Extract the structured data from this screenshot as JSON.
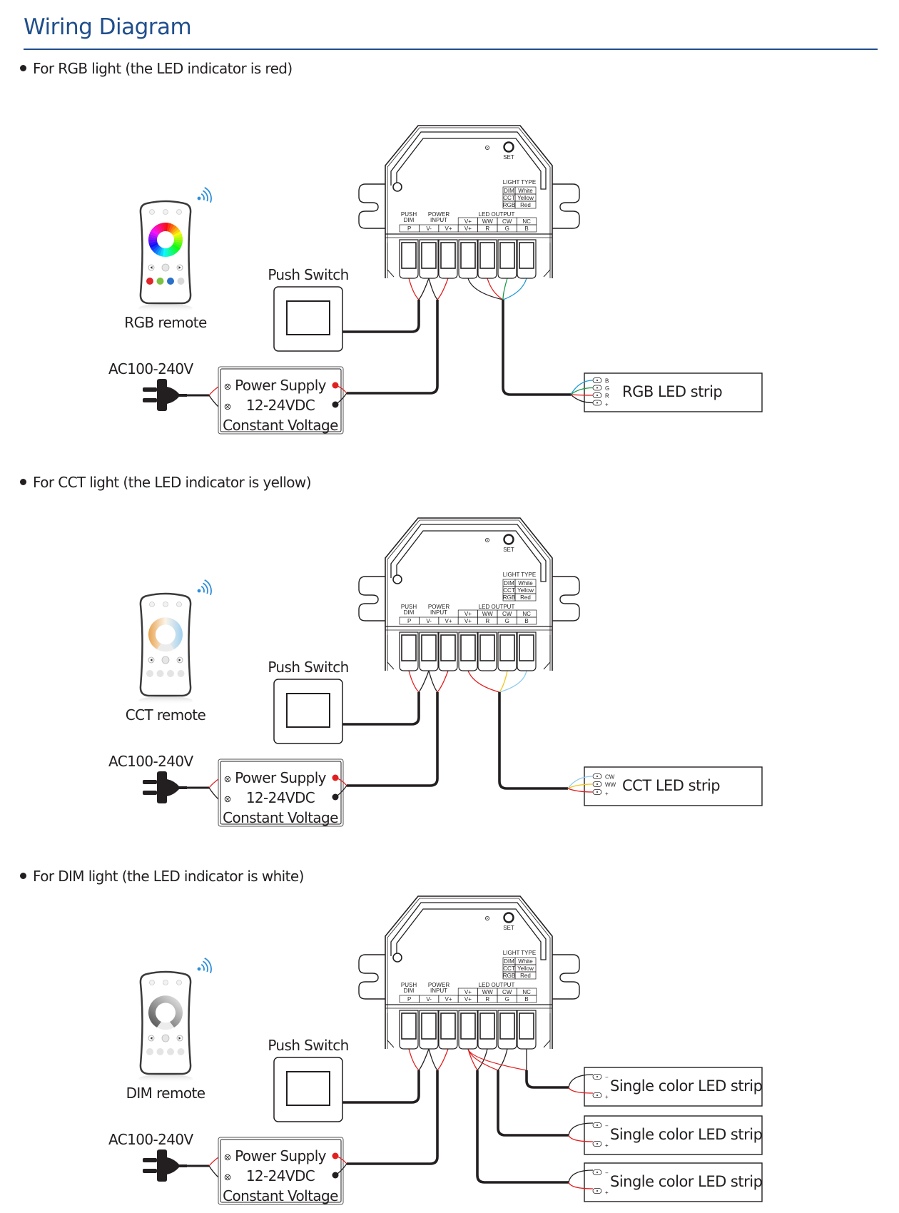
{
  "title": "Wiring Diagram",
  "colors": {
    "title": "#1f4e8c",
    "wire_red": "#e0201f",
    "wire_green": "#1a9b48",
    "wire_blue": "#1b9ad6",
    "wire_yellow": "#f5c518",
    "wire_lightblue": "#8ecbee",
    "wire_black": "#231f20",
    "signal_blue": "#2f8fd8"
  },
  "controller": {
    "set_label": "SET",
    "light_type_title": "LIGHT TYPE",
    "light_types": [
      {
        "mode": "DIM",
        "color": "White"
      },
      {
        "mode": "CCT",
        "color": "Yellow"
      },
      {
        "mode": "RGB",
        "color": "Red"
      }
    ],
    "group_labels": {
      "push_dim": [
        "PUSH",
        "DIM"
      ],
      "power_input": [
        "POWER",
        "INPUT"
      ],
      "led_output": "LED OUTPUT"
    },
    "terminal_top_row": [
      "",
      "",
      "",
      "V+",
      "WW",
      "CW",
      "NC"
    ],
    "terminal_bottom_row": [
      "P",
      "V-",
      "V+",
      "V+",
      "R",
      "G",
      "B"
    ]
  },
  "common": {
    "push_switch_label": "Push Switch",
    "ac_label": "AC100-240V",
    "power_supply_lines": [
      "Power Supply",
      "12-24VDC",
      "Constant Voltage"
    ]
  },
  "sections": [
    {
      "id": "rgb",
      "heading": "For RGB light (the LED indicator is red)",
      "remote_label": "RGB remote",
      "remote_type": "rgb-color-wheel",
      "strips": [
        {
          "label": "RGB LED strip",
          "pins": [
            "B",
            "G",
            "R",
            "+"
          ]
        }
      ]
    },
    {
      "id": "cct",
      "heading": "For CCT light (the LED indicator is yellow)",
      "remote_label": "CCT remote",
      "remote_type": "cct-warm-cool-wheel",
      "strips": [
        {
          "label": "CCT LED strip",
          "pins": [
            "CW",
            "WW",
            "+"
          ]
        }
      ]
    },
    {
      "id": "dim",
      "heading": "For DIM light (the LED indicator is white)",
      "remote_label": "DIM remote",
      "remote_type": "dim-brightness-wheel",
      "strips": [
        {
          "label": "Single color LED strip",
          "pins": [
            "−",
            "+"
          ]
        },
        {
          "label": "Single color LED strip",
          "pins": [
            "−",
            "+"
          ]
        },
        {
          "label": "Single color LED strip",
          "pins": [
            "−",
            "+"
          ]
        }
      ]
    }
  ]
}
